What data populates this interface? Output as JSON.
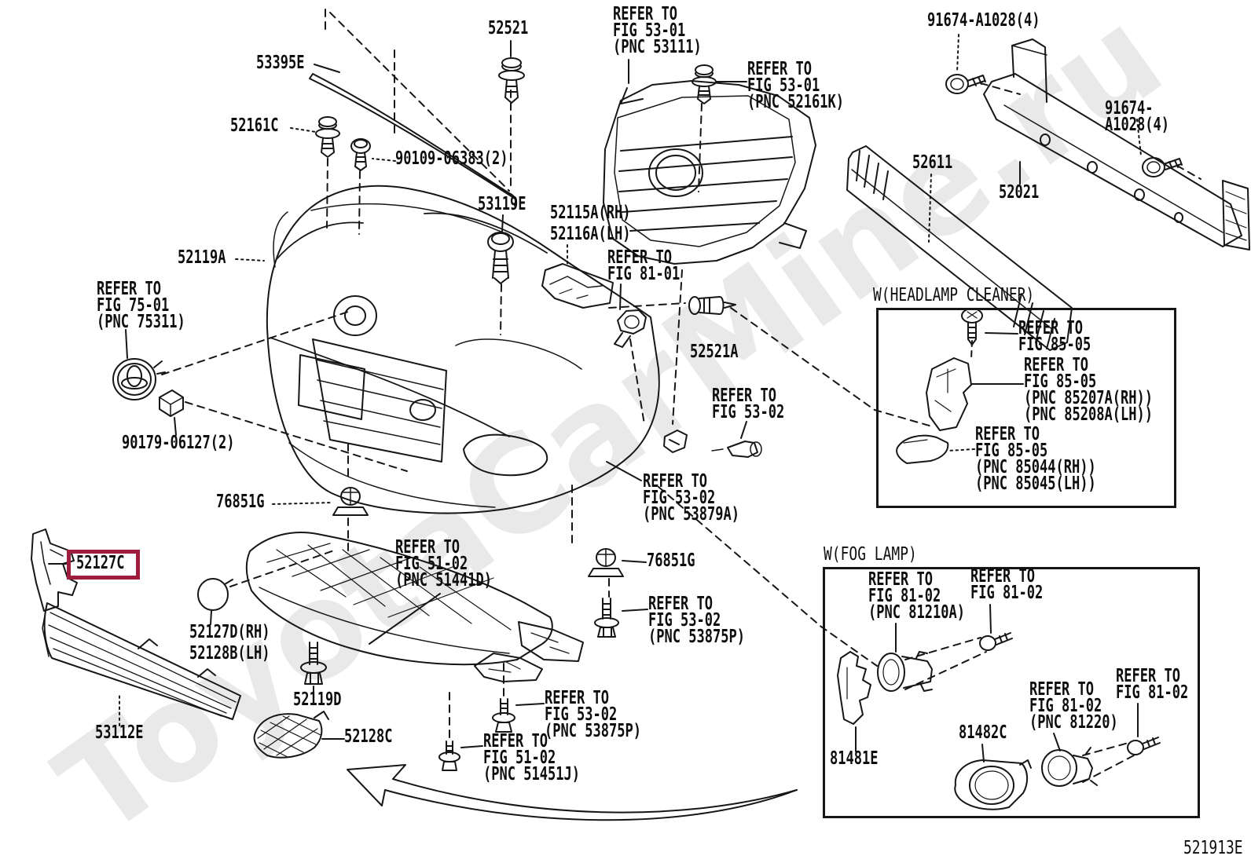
{
  "watermark": "ToyotaCarMine.ru",
  "diagram_code": "521913E",
  "highlight": {
    "part": "52127C",
    "color": "#9e1c3c"
  },
  "sections": {
    "headlamp_cleaner": {
      "title": "W(HEADLAMP CLEANER)"
    },
    "fog_lamp": {
      "title": "W(FOG LAMP)"
    }
  },
  "labels": {
    "p53395E": "53395E",
    "p52521": "52521",
    "ref_fig5301_53111": "REFER TO\nFIG 53-01\n(PNC 53111)",
    "ref_fig5301_52161K": "REFER TO\nFIG 53-01\n(PNC 52161K)",
    "p91674_1": "91674-A1028(4)",
    "p91674_2": "91674-A1028(4)",
    "p52161C": "52161C",
    "p90109": "90109-06383(2)",
    "p53119E": "53119E",
    "p52115A": "52115A(RH)\n52116A(LH)",
    "ref_fig8101": "REFER TO\nFIG 81-01",
    "p52611": "52611",
    "p52021": "52021",
    "p52119A": "52119A",
    "ref_fig7501": "REFER TO\nFIG 75-01\n(PNC 75311)",
    "p90179": "90179-06127(2)",
    "p52521A": "52521A",
    "ref_fig5302": "REFER TO\nFIG 53-02",
    "hc_ref1": "REFER TO\nFIG 85-05",
    "hc_ref2": "REFER TO\nFIG 85-05\n(PNC 85207A(RH))\n(PNC 85208A(LH))",
    "hc_ref3": "REFER TO\nFIG 85-05\n(PNC 85044(RH))\n(PNC 85045(LH))",
    "p76851G_left": "76851G",
    "p52127C": "52127C",
    "ref_fig5102_51441D": "REFER TO\nFIG 51-02\n(PNC 51441D)",
    "p76851G_right": "76851G",
    "ref_fig5302_53879A": "REFER TO\nFIG 53-02\n(PNC 53879A)",
    "p52127D": "52127D(RH)\n52128B(LH)",
    "ref_fig5302_53875P_right": "REFER TO\nFIG 53-02\n(PNC 53875P)",
    "p52119D": "52119D",
    "p53112E": "53112E",
    "p52128C": "52128C",
    "ref_fig5302_53875P_bottom": "REFER TO\nFIG 53-02\n(PNC 53875P)",
    "ref_fig5102_51451J": "REFER TO\nFIG 51-02\n(PNC 51451J)",
    "fl_ref1": "REFER TO\nFIG 81-02\n(PNC 81210A)",
    "fl_ref2": "REFER TO\nFIG 81-02",
    "fl_ref3": "REFER TO\nFIG 81-02\n(PNC 81220)",
    "fl_ref4": "REFER TO\nFIG 81-02",
    "p81481E": "81481E",
    "p81482C": "81482C"
  }
}
